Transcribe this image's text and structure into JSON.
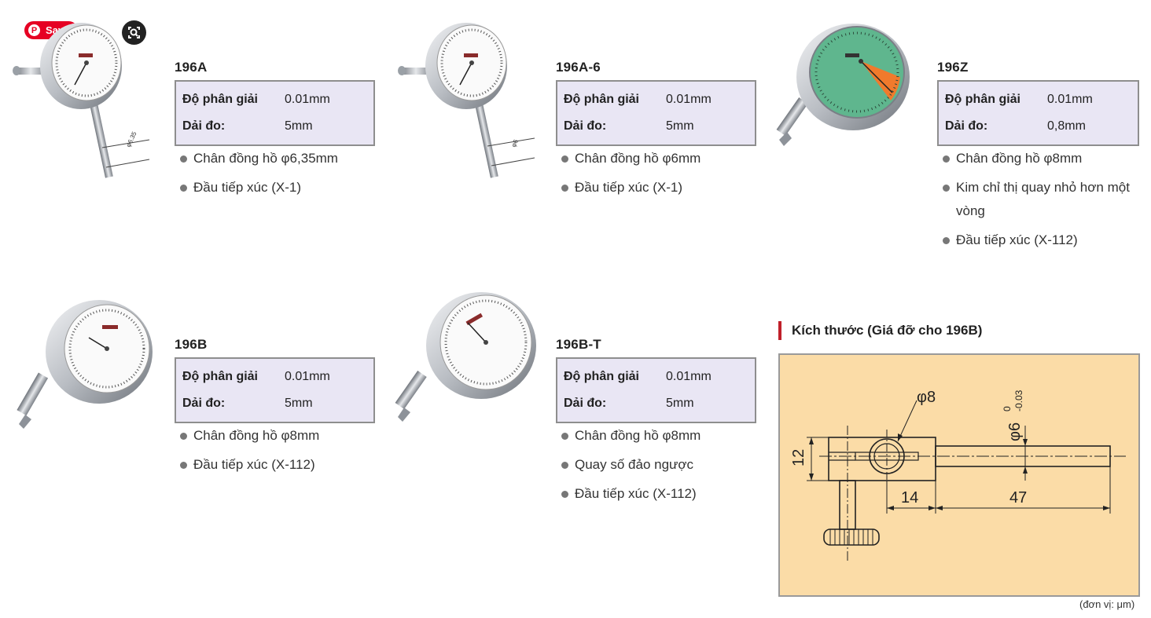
{
  "pin_button": {
    "label": "Save"
  },
  "products": [
    {
      "model": "196A",
      "specs": [
        {
          "key": "Độ phân giải",
          "value": "0.01mm"
        },
        {
          "key": "Dải đo:",
          "value": "5mm"
        }
      ],
      "features": [
        "Chân đồng hồ φ6,35mm",
        "Đầu tiếp xúc (X-1)"
      ],
      "stem_label": "φ6.35"
    },
    {
      "model": "196A-6",
      "specs": [
        {
          "key": "Độ phân giải",
          "value": "0.01mm"
        },
        {
          "key": "Dải đo:",
          "value": "5mm"
        }
      ],
      "features": [
        "Chân đồng hồ φ6mm",
        "Đầu tiếp xúc (X-1)"
      ],
      "stem_label": "φ6"
    },
    {
      "model": "196Z",
      "specs": [
        {
          "key": "Độ phân giải",
          "value": "0.01mm"
        },
        {
          "key": "Dải đo:",
          "value": "0,8mm"
        }
      ],
      "features": [
        "Chân đồng hồ φ8mm",
        "Kim chỉ thị quay nhỏ hơn một vòng",
        "Đầu tiếp xúc (X-112)"
      ]
    },
    {
      "model": "196B",
      "specs": [
        {
          "key": "Độ phân giải",
          "value": "0.01mm"
        },
        {
          "key": "Dải đo:",
          "value": "5mm"
        }
      ],
      "features": [
        "Chân đồng hồ φ8mm",
        "Đầu tiếp xúc (X-112)"
      ]
    },
    {
      "model": "196B-T",
      "specs": [
        {
          "key": "Độ phân giải",
          "value": "0.01mm"
        },
        {
          "key": "Dải đo:",
          "value": "5mm"
        }
      ],
      "features": [
        "Chân đồng hồ φ8mm",
        "Quay số đảo ngược",
        "Đầu tiếp xúc (X-112)"
      ]
    }
  ],
  "dimensions": {
    "heading": "Kích thước (Giá đỡ cho 196B)",
    "labels": {
      "bore": "φ8",
      "shaft": "φ6",
      "tol_upper": "0",
      "tol_lower": "-0.03",
      "height": "12",
      "block_len": "14",
      "shaft_len": "47"
    },
    "unit_note": "(đơn vị: μm)"
  },
  "colors": {
    "spec_bg": "#e9e6f4",
    "drawing_bg": "#fbdca7",
    "accent_red": "#c0202a",
    "pin_red": "#e60023",
    "dial_green": "#5fb68e",
    "dial_orange": "#f07a2c"
  }
}
